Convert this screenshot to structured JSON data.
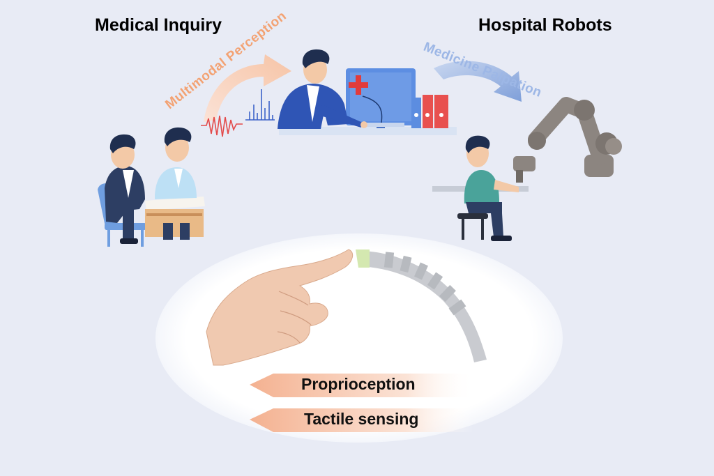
{
  "titles": {
    "left": "Medical Inquiry",
    "right": "Hospital Robots"
  },
  "arrows": {
    "left": "Multimodal Perception",
    "right": "Medicine Palpation"
  },
  "senses": {
    "proprioception": "Proprioception",
    "tactile": "Tactile sensing"
  },
  "colors": {
    "background": "#e8ebf5",
    "ellipse": "#ffffff",
    "arrow_left": "#f3a273",
    "arrow_right": "#8eacdf",
    "band": "#f2b99a",
    "cross": "#e23b3b",
    "monitor": "#4f86e0",
    "robot": "#8c8580"
  },
  "icons": [
    "doctor-patient-scene",
    "doctor-computer-scene",
    "robot-arm-patient-scene",
    "human-hand",
    "soft-robotic-finger",
    "waveform-signal",
    "spectrum-signal"
  ]
}
